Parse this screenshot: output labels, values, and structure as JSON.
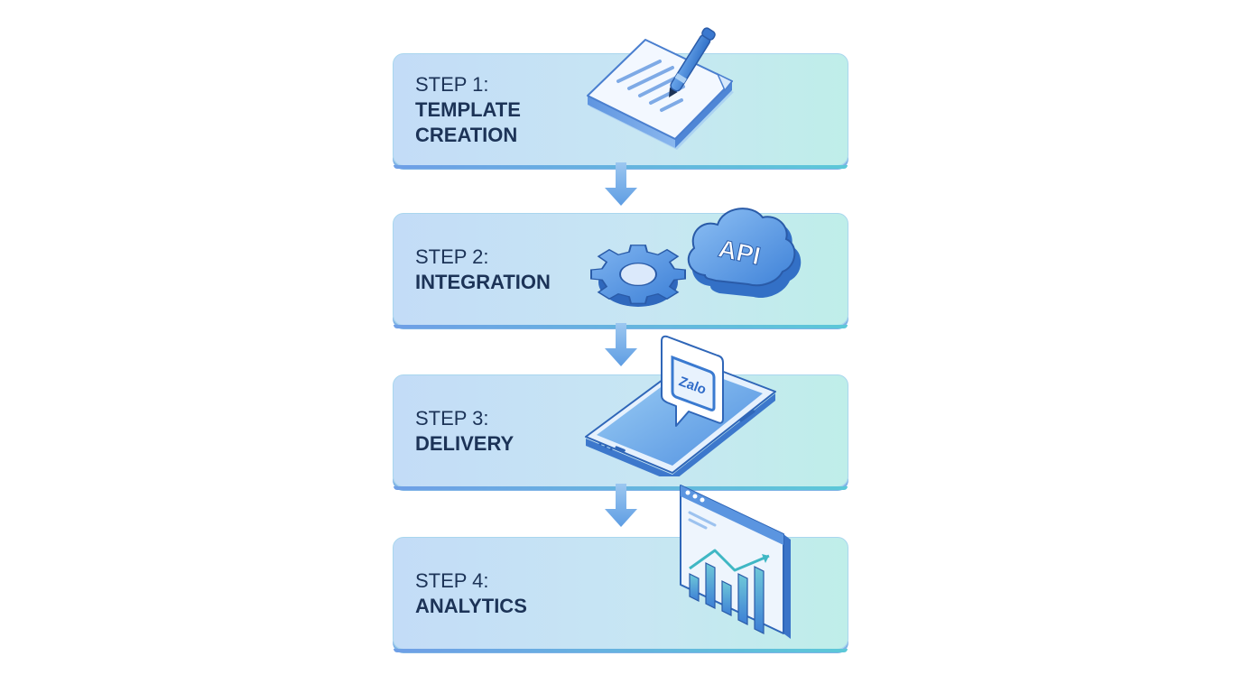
{
  "steps": [
    {
      "number": "STEP 1:",
      "title_lines": [
        "TEMPLATE",
        "CREATION"
      ],
      "icon": "document-pen-icon"
    },
    {
      "number": "STEP 2:",
      "title_lines": [
        "INTEGRATION"
      ],
      "icon": "gear-cloud-api-icon",
      "cloud_label": "API"
    },
    {
      "number": "STEP 3:",
      "title_lines": [
        "DELIVERY"
      ],
      "icon": "phone-zalo-icon",
      "bubble_label": "Zalo"
    },
    {
      "number": "STEP 4:",
      "title_lines": [
        "ANALYTICS"
      ],
      "icon": "analytics-chart-icon"
    }
  ],
  "colors": {
    "text": "#1c3357",
    "card_left": "#c3dcf7",
    "card_right": "#bfeee9",
    "accent_blue": "#4a86d8",
    "accent_teal": "#4cc4c8"
  }
}
